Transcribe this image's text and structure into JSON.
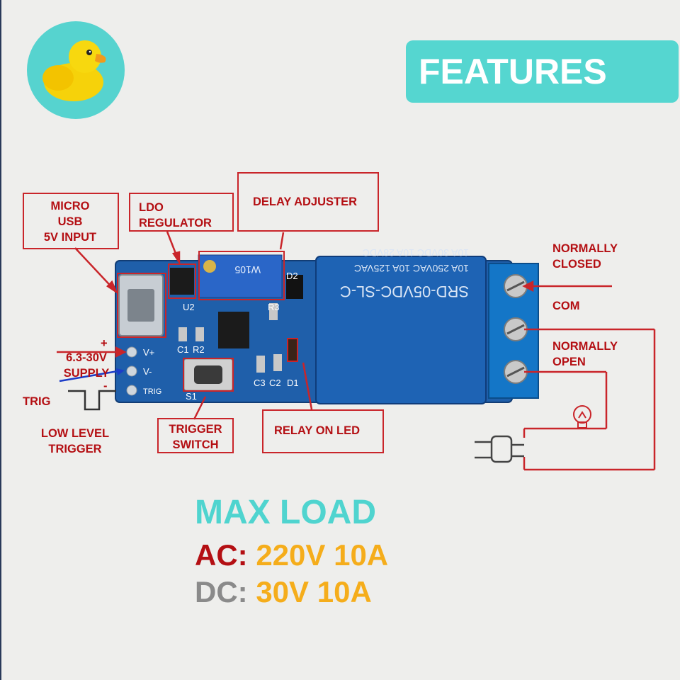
{
  "title": "FEATURES",
  "labels": {
    "micro_usb_l1": "MICRO",
    "micro_usb_l2": "USB",
    "micro_usb_l3": "5V INPUT",
    "ldo_l1": "LDO",
    "ldo_l2": "REGULATOR",
    "delay_adjuster": "DELAY ADJUSTER",
    "normally_closed_l1": "NORMALLY",
    "normally_closed_l2": "CLOSED",
    "com": "COM",
    "normally_open_l1": "NORMALLY",
    "normally_open_l2": "OPEN",
    "supply_l1": "6.3-30V",
    "supply_l2": "SUPPLY",
    "plus": "+",
    "minus": "-",
    "trig": "TRIG",
    "low_level_l1": "LOW LEVEL",
    "low_level_l2": "TRIGGER",
    "trigger_switch_l1": "TRIGGER",
    "trigger_switch_l2": "SWITCH",
    "relay_on_led": "RELAY ON LED"
  },
  "board": {
    "pin_vplus": "V+",
    "pin_vminus": "V-",
    "pin_trig": "TRIG",
    "u2": "U2",
    "c1": "C1",
    "r2": "R2",
    "r3": "R3",
    "d2": "D2",
    "s1": "S1",
    "c3": "C3",
    "c2": "C2",
    "d1": "D1",
    "pot_code": "W105",
    "relay_model": "SRD-05VDC-SL-C",
    "relay_rating_1": "10A 250VAC  10A 125VAC",
    "relay_rating_2": "10A 30VDC  10A 28VDC"
  },
  "load": {
    "heading": "MAX LOAD",
    "ac_key": "AC:",
    "ac_value": "220V 10A",
    "dc_key": "DC:",
    "dc_value": "30V 10A"
  },
  "colors": {
    "accent": "#55d6d0",
    "label_red": "#b40f13",
    "value_orange": "#f5ad1b",
    "pcb_blue": "#1f5faa",
    "relay_blue": "#1e63b4"
  }
}
